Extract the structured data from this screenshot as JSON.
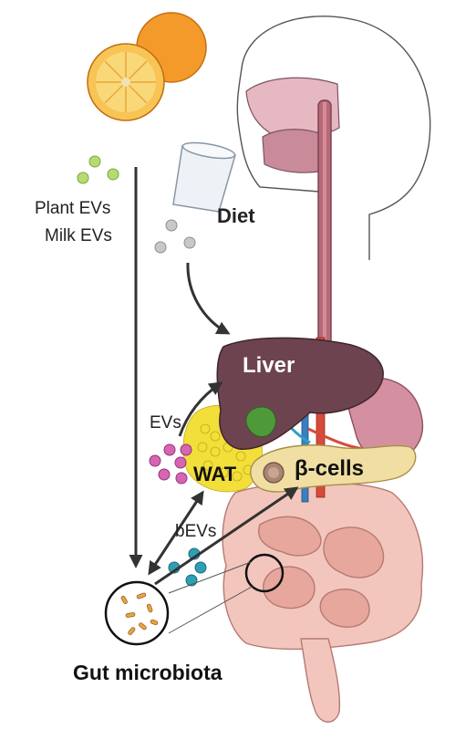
{
  "labels": {
    "plant_evs": "Plant EVs",
    "milk_evs": "Milk EVs",
    "diet": "Diet",
    "liver": "Liver",
    "evs": "EVs",
    "wat": "WAT",
    "beta_cells": "β-cells",
    "bevs": "bEVs",
    "gut_microbiota": "Gut microbiota"
  },
  "colors": {
    "plant_ev": "#b5dc74",
    "milk_ev": "#c8c8c8",
    "adipose_ev": "#d665b4",
    "bacterial_ev": "#2e9fb4",
    "liver": "#6e4350",
    "pancreas": "#f1dea3",
    "intestine": "#f2c6bd",
    "wat": "#f2df3a",
    "orange": "#f39a2a"
  }
}
